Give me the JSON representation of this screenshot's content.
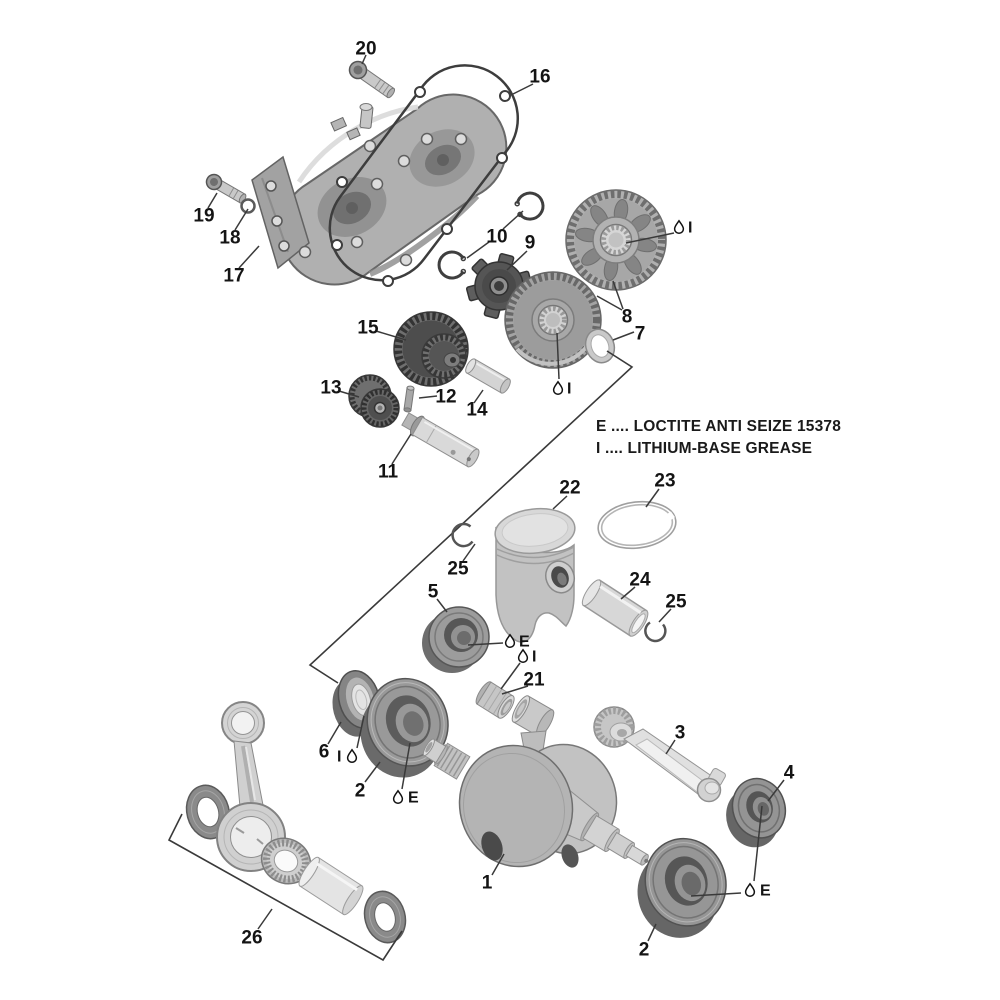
{
  "legend": {
    "line1": "E .... LOCTITE ANTI SEIZE 15378",
    "line2": "I  .... LITHIUM-BASE GREASE"
  },
  "callouts": {
    "c1": "1",
    "c2a": "2",
    "c2b": "2",
    "c3": "3",
    "c4": "4",
    "c5": "5",
    "c6": "6",
    "c7": "7",
    "c8": "8",
    "c9": "9",
    "c10": "10",
    "c11": "11",
    "c12": "12",
    "c13": "13",
    "c14": "14",
    "c15": "15",
    "c16": "16",
    "c17": "17",
    "c18": "18",
    "c19": "19",
    "c20": "20",
    "c21": "21",
    "c22": "22",
    "c23": "23",
    "c24": "24",
    "c25a": "25",
    "c25b": "25",
    "c26": "26"
  },
  "chem": {
    "i_top": "I",
    "i_mid": "I",
    "e_bearing5": "E",
    "i_bushing": "I",
    "i_seal": "I",
    "e_bearing2_upper": "E",
    "e_bearing2_lower": "E"
  },
  "colors": {
    "background": "#ffffff",
    "line": "#3a3a3a",
    "text": "#141414",
    "part_light": "#d6d6d6",
    "part_mid": "#a9a9a9",
    "part_dark": "#4d4d4d"
  }
}
